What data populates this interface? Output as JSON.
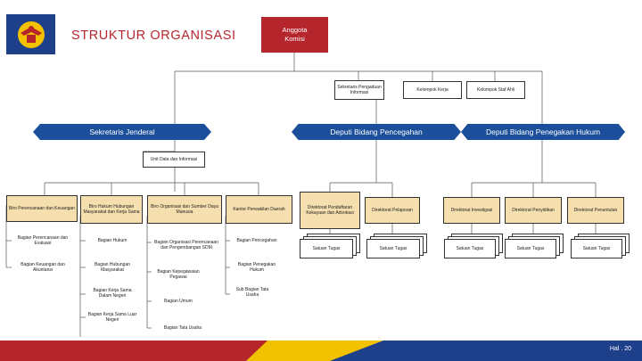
{
  "header": {
    "title": "STRUKTUR ORGANISASI",
    "commission_box": "Anggota Komisi",
    "colors": {
      "commission": "#b5262c",
      "bar": "#1b4f9c",
      "footer_blue": "#1e3f8a",
      "footer_yellow": "#f2c200",
      "footer_red": "#b5262c"
    }
  },
  "top_units": {
    "public_info": "Sekretaris Pengaduan Informasi",
    "working_groups": "Kelompok Kerja",
    "expert_staff": "Kelompok Staf Ahli"
  },
  "bars": {
    "secretariat": "Sekretaris Jenderal",
    "prevention": "Deputi Bidang Pencegahan",
    "enforcement": "Deputi Bidang Penegakan Hukum"
  },
  "data_unit": "Unit Data dan Informasi",
  "secretariat_units": {
    "biro_perencanaan": "Biro Perencanaan dan Keuangan",
    "biro_hukum": "Biro Hukum Hubungan Masyarakat dan Kerja Sama",
    "biro_organisasi": "Biro Organisasi dan Sumber Daya Manusia",
    "kantor_daerah": "Kantor Perwakilan Daerah",
    "bagian_perencanaan": "Bagian Perencanaan dan Evaluasi",
    "bagian_hukum": "Bagian Hukum",
    "bagian_organisasi": "Bagian Organisasi Perencanaan dan Pengembangan SDM",
    "bagian_pencegahan": "Bagian Pencegahan",
    "bagian_keuangan": "Bagian Keuangan dan Akuntansi",
    "bagian_humas": "Bagian Hubungan Masyarakat",
    "bagian_kepegawaian": "Bagian Kepegawaian Pegawai",
    "bagian_penegakan": "Bagian Penegakan Hukum",
    "bagian_kerjasama_dalam": "Bagian Kerja Sama Dalam Negeri",
    "sub_bagian_tata_usaha": "Sub Bagian Tata Usaha",
    "bagian_umum": "Bagian Umum",
    "bagian_kerjasama_luar": "Bagian Kerja Sama Luar Negeri",
    "bagian_tata_usaha": "Bagian Tata Usaha"
  },
  "prevention_units": {
    "dir_pendaftaran": "Direktorat Pendaftaran Kekayaan dan Advokasi",
    "dir_pelaporan": "Direktorat Pelaporan",
    "task_1": "Satuan Tugas",
    "task_2": "Satuan Tugas"
  },
  "enforcement_units": {
    "dir_investigasi": "Direktorat Investigasi",
    "dir_penyidikan": "Direktorat Penyidikan",
    "dir_penuntutan": "Direktorat Penuntutan",
    "task_1": "Satuan Tugas",
    "task_2": "Satuan Tugas",
    "task_3": "Satuan Tugas"
  },
  "footer": {
    "page": "Hal . 20"
  }
}
